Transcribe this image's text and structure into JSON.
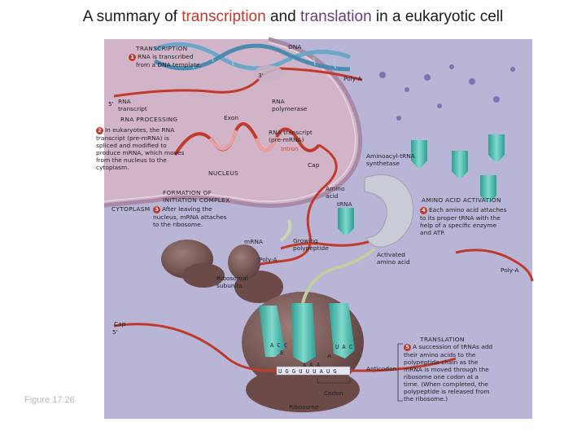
{
  "title": {
    "prefix": "A summary of ",
    "word1": "transcription",
    "mid": " and ",
    "word2": "translation",
    "suffix": " in a eukaryotic cell"
  },
  "labels": {
    "dna": "DNA",
    "transcription_heading": "TRANSCRIPTION",
    "transcription_text_1": "RNA is transcribed",
    "transcription_text_2": "from a DNA template.",
    "three_prime_top": "3'",
    "poly_a_top": "Poly-A",
    "five_prime_left": "5'",
    "rna_transcript": "RNA transcript",
    "rna_polymerase": "RNA polymerase",
    "rna_processing_heading": "RNA PROCESSING",
    "rna_processing_text": "In eukaryotes, the RNA transcript (pre-mRNA) is spliced and modified to produce mRNA, which moves from the nucleus to the cytoplasm.",
    "exon": "Exon",
    "rna_transcript_pre": "RNA transcript (pre-mRNA)",
    "intron": "Intron",
    "aminoacyl_trna_synthetase": "Aminoacyl-tRNA synthetase",
    "cap_mid": "Cap",
    "nucleus": "NUCLEUS",
    "formation_heading": "FORMATION OF INITIATION COMPLEX",
    "cytoplasm": "CYTOPLASM",
    "formation_text": "After leaving the nucleus, mRNA attaches to the ribosome.",
    "amino_acid": "Amino acid",
    "trna": "tRNA",
    "activation_heading": "AMINO ACID ACTIVATION",
    "activation_text": "Each amino acid attaches to its proper tRNA with the help of a specific enzyme and ATP.",
    "mrna": "mRNA",
    "growing_polypeptide": "Growing polypeptide",
    "poly_a_mid": "Poly-A",
    "activated_amino_acid": "Activated amino acid",
    "poly_a_right": "Poly-A",
    "ribosomal_subunits": "Ribosomal subunits",
    "cap_bottom": "Cap",
    "five_prime_bottom": "5'",
    "translation_heading": "TRANSLATION",
    "translation_text": "A succession of tRNAs add their amino acids to the polypeptide chain as the mRNA is moved through the ribosome one codon at a time. (When completed, the polypeptide is released from the ribosome.)",
    "anticodon": "Anticodon",
    "codon": "Codon",
    "ribosome": "Ribosome",
    "e_site": "E",
    "a_site": "A",
    "anticodon_left": "A C C",
    "anticodon_mid": "A A A",
    "anticodon_right": "U A C",
    "codon_seq": "U G G U U U A U G",
    "step1": "1",
    "step2": "2",
    "step3": "3",
    "step4": "4",
    "step5": "5"
  },
  "figure_label": "Figure 17.26",
  "colors": {
    "cell_bg": "#b8b4d6",
    "nucleus": "#cdb0c6",
    "mrna_red": "#c0392b",
    "dna_blue": "#6aa7c8",
    "ribosome": "#7a5a58",
    "trna_teal": "#4fb7ab",
    "synthetase": "#c9ccd6"
  }
}
